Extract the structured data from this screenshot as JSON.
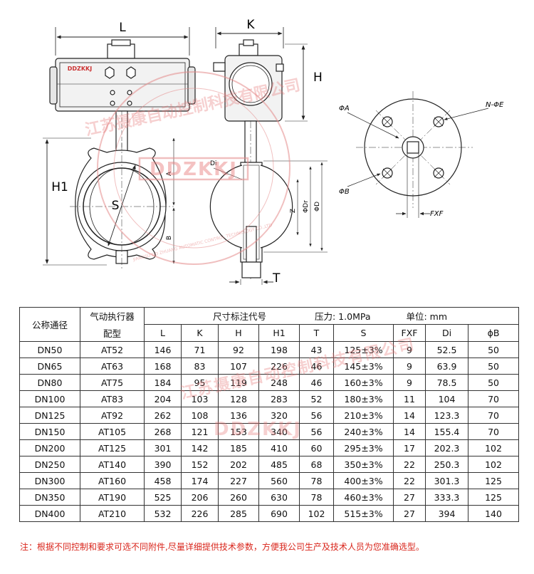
{
  "drawing": {
    "brand_plate": "DDZKKJ",
    "labels": {
      "L": "L",
      "K": "K",
      "H": "H",
      "H1": "H1",
      "S": "S",
      "T": "T",
      "A": "A",
      "B": "B",
      "Z": "Z",
      "Dr": "ΦDr",
      "D": "ΦD",
      "Di": "Di",
      "phiA": "ΦA",
      "phiB": "ΦB",
      "NphiE": "N-ΦE",
      "FXF": "FXF"
    }
  },
  "watermark": {
    "brand": "DDZKKJ",
    "ring_text": "江苏摄康自动控制科技有限公司",
    "ring_text_en": "JIANGSU DD ZHUANG AUTOMATIC CONTROL TECHNOLOGY CO.,LTD"
  },
  "table": {
    "header": {
      "nominal": "公称通径",
      "actuator_top": "气动执行器",
      "actuator_bottom": "配型",
      "dim_title": "尺寸标注代号",
      "pressure": "压力: 1.0MPa",
      "unit": "单位: mm",
      "columns": [
        "L",
        "K",
        "H",
        "H1",
        "T",
        "S",
        "FXF",
        "Di",
        "ϕB"
      ]
    },
    "rows": [
      [
        "DN50",
        "AT52",
        "146",
        "71",
        "92",
        "198",
        "43",
        "125±3%",
        "9",
        "52.5",
        "50"
      ],
      [
        "DN65",
        "AT63",
        "168",
        "83",
        "107",
        "226",
        "46",
        "145±3%",
        "9",
        "63.9",
        "50"
      ],
      [
        "DN80",
        "AT75",
        "184",
        "95",
        "119",
        "248",
        "46",
        "160±3%",
        "9",
        "78.5",
        "50"
      ],
      [
        "DN100",
        "AT83",
        "204",
        "103",
        "128",
        "283",
        "52",
        "180±3%",
        "11",
        "104",
        "70"
      ],
      [
        "DN125",
        "AT92",
        "262",
        "108",
        "136",
        "320",
        "56",
        "210±3%",
        "14",
        "123.3",
        "70"
      ],
      [
        "DN150",
        "AT105",
        "268",
        "121",
        "153",
        "340",
        "56",
        "240±3%",
        "14",
        "155.4",
        "70"
      ],
      [
        "DN200",
        "AT125",
        "301",
        "142",
        "185",
        "410",
        "60",
        "295±3%",
        "17",
        "202.3",
        "102"
      ],
      [
        "DN250",
        "AT140",
        "390",
        "152",
        "202",
        "485",
        "68",
        "350±3%",
        "22",
        "250.3",
        "102"
      ],
      [
        "DN300",
        "AT160",
        "458",
        "174",
        "227",
        "560",
        "78",
        "400±3%",
        "22",
        "301.3",
        "125"
      ],
      [
        "DN350",
        "AT190",
        "525",
        "206",
        "260",
        "630",
        "78",
        "460±3%",
        "27",
        "333.3",
        "125"
      ],
      [
        "DN400",
        "AT210",
        "532",
        "226",
        "285",
        "690",
        "102",
        "515±3%",
        "27",
        "394",
        "140"
      ]
    ]
  },
  "note": "注：根据不同控制和要求可选不同附件,尽量详细提供技术参数，方便我公司生产及技术人员为您准确选型。"
}
